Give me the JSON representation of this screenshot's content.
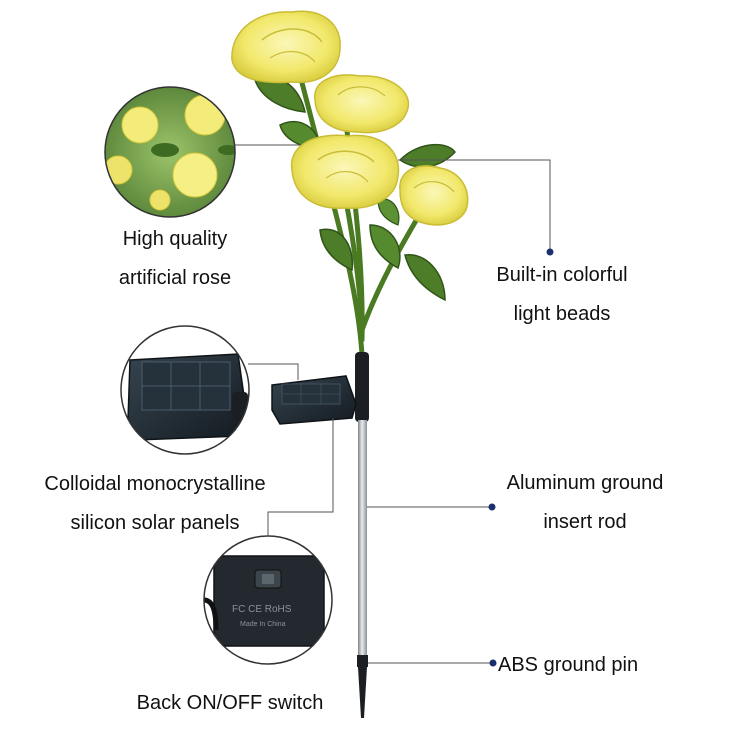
{
  "callouts": {
    "rose": {
      "line1": "High quality",
      "line2": "artificial rose"
    },
    "beads": {
      "line1": "Built-in colorful",
      "line2": "light beads"
    },
    "solar": {
      "line1": "Colloidal monocrystalline",
      "line2": "silicon solar panels"
    },
    "rod": {
      "line1": "Aluminum ground",
      "line2": "insert rod"
    },
    "pin": {
      "line1": "ABS ground pin"
    },
    "switch": {
      "line1": "Back ON/OFF switch"
    }
  },
  "switch_box": {
    "marks": "FC CE RoHS",
    "origin": "Made In China"
  },
  "colors": {
    "petal": "#f3ec7a",
    "petal_shade": "#d9cf3c",
    "leaf": "#4e7d2a",
    "leaf_dark": "#2f5418",
    "panel": "#1f2a33",
    "rod": "#b9bec2",
    "callout_line": "#555555",
    "dot": "#1a2f6e"
  }
}
